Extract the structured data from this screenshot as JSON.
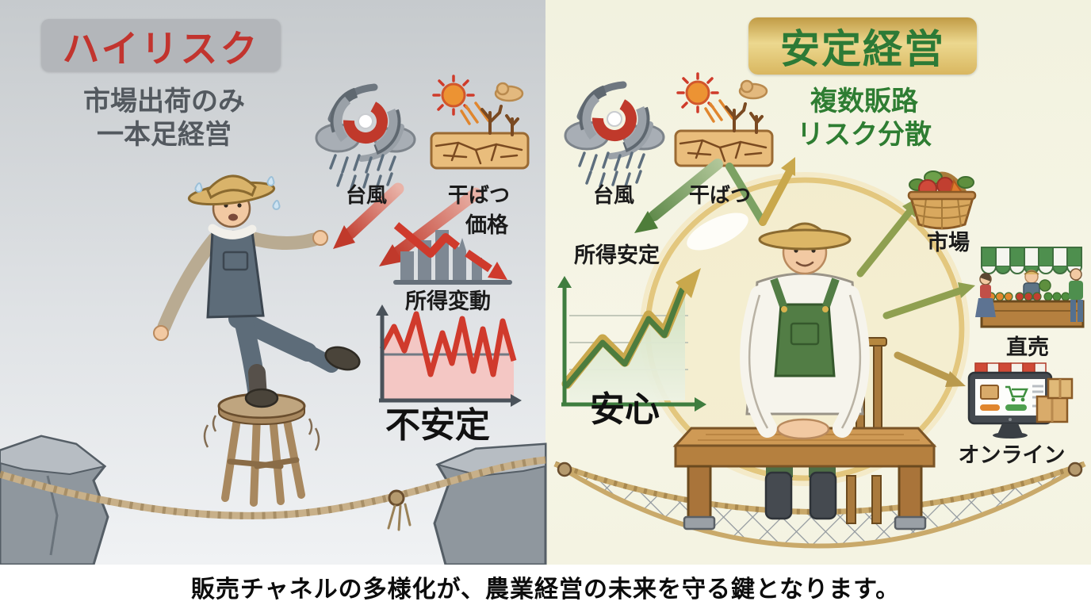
{
  "meta": {
    "caption": "販売チャネルの多様化が、農業経営の未来を守る鍵となります。"
  },
  "left_panel": {
    "title": "ハイリスク",
    "subtitle_line1": "市場出荷のみ",
    "subtitle_line2": "一本足経営",
    "typhoon_label": "台風",
    "drought_label": "干ばつ",
    "price_label": "価格",
    "income_label": "所得変動",
    "status_label": "不安定"
  },
  "right_panel": {
    "title": "安定経営",
    "subtitle_line1": "複数販路",
    "subtitle_line2": "リスク分散",
    "typhoon_label": "台風",
    "drought_label": "干ばつ",
    "income_label": "所得安定",
    "status_label": "安心",
    "channel_market_label": "市場",
    "channel_direct_label": "直売",
    "channel_online_label": "オンライン"
  },
  "icons": {
    "left": [
      "typhoon-icon",
      "drought-icon",
      "price-decline-chart-icon",
      "income-volatility-chart-icon",
      "farmer-on-tightrope-illustration"
    ],
    "right": [
      "typhoon-icon",
      "drought-icon",
      "income-growth-chart-icon",
      "protective-bubble-illustration",
      "safety-net-illustration",
      "market-basket-icon",
      "farm-stand-icon",
      "online-shop-icon"
    ]
  },
  "colors": {
    "risk_red": "#c2342e",
    "stable_green": "#2e7d32",
    "gold": "#d9b760",
    "panel_left_bg": "#ccd0d4",
    "panel_right_bg": "#f5f4e3",
    "caption_bg": "#ffffff"
  }
}
